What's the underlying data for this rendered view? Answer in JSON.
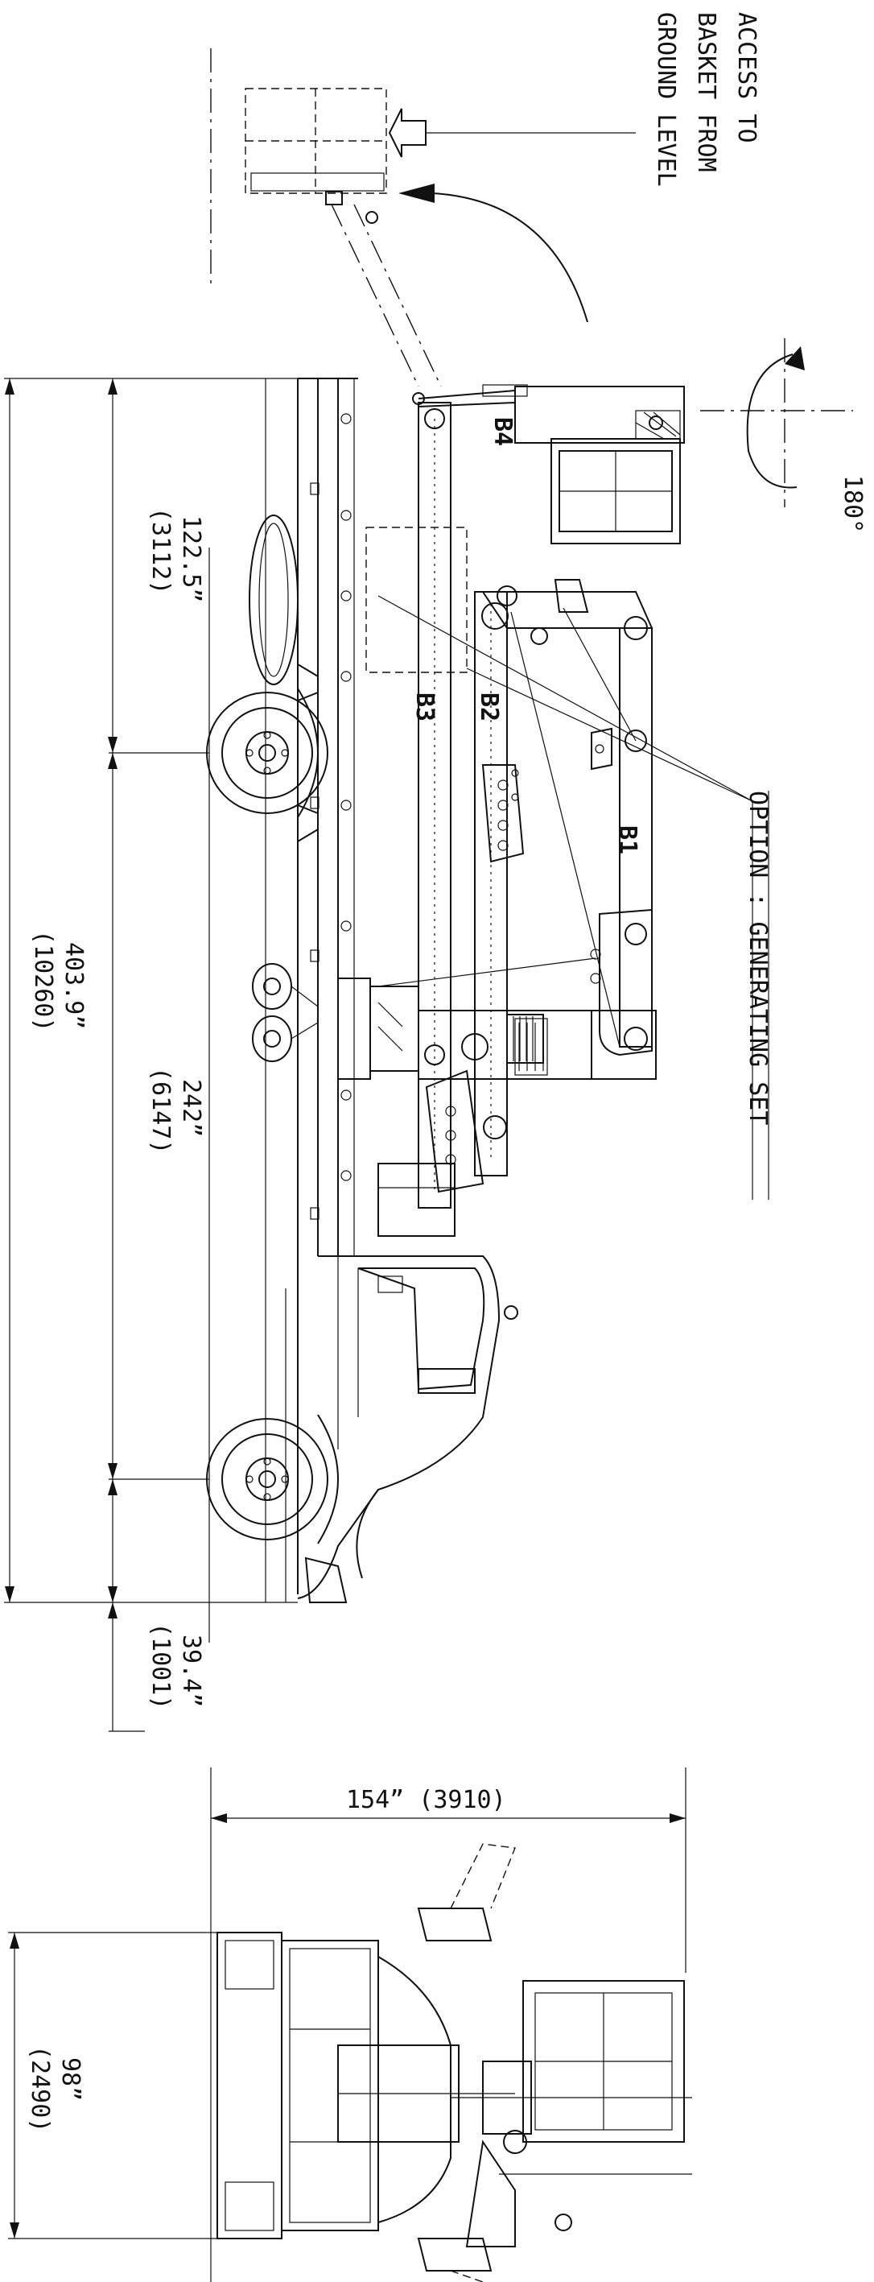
{
  "labels": {
    "access_line1": "ACCESS TO",
    "access_line2": "BASKET FROM",
    "access_line3": "GROUND LEVEL",
    "rotation": "180°",
    "option": "OPTION : GENERATING SET",
    "boom_b1": "B1",
    "boom_b2": "B2",
    "boom_b3": "B3",
    "boom_b4": "B4"
  },
  "dimensions": {
    "rear_overhang_in": "122.5”",
    "rear_overhang_mm": "(3112)",
    "overall_length_in": "403.9”",
    "overall_length_mm": "(10260)",
    "wheelbase_in": "242”",
    "wheelbase_mm": "(6147)",
    "front_overhang_in": "39.4”",
    "front_overhang_mm": "(1001)",
    "height_in": "154” (3910)",
    "width_in": "98”",
    "width_mm": "(2490)"
  }
}
